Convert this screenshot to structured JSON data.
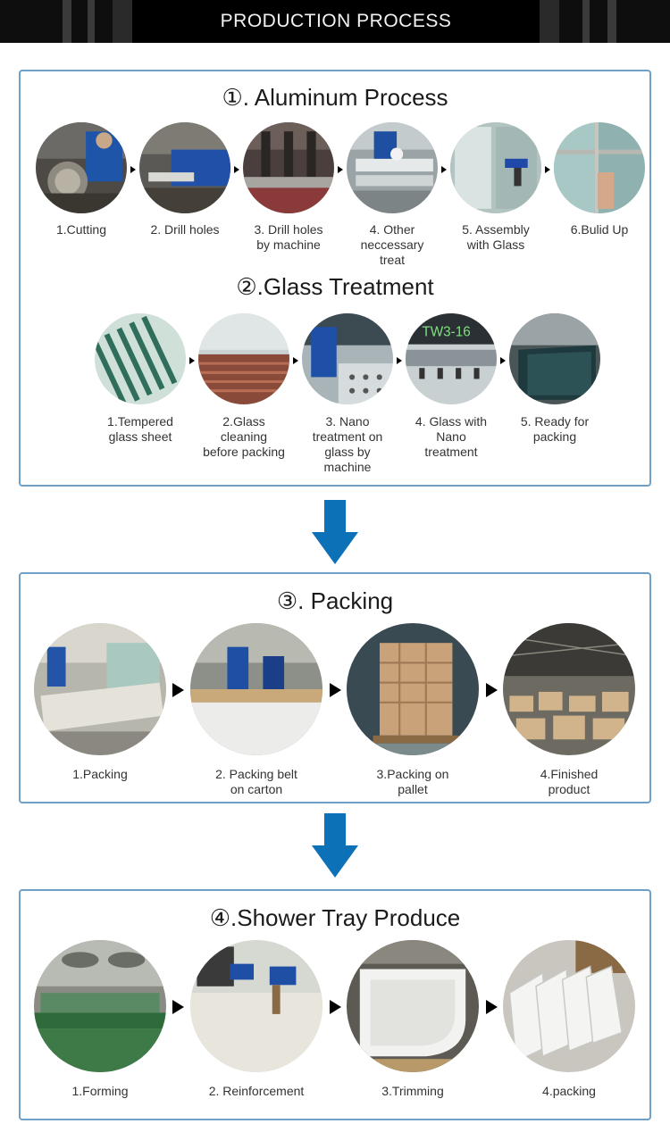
{
  "header": {
    "title": "PRODUCTION PROCESS"
  },
  "sections": {
    "aluminum": {
      "title": "①. Aluminum Process",
      "steps": [
        {
          "label": "1.Cutting",
          "icon": "cutting-photo"
        },
        {
          "label": "2. Drill holes",
          "icon": "drill-photo"
        },
        {
          "label": "3. Drill holes\nby machine",
          "icon": "machine-drill-photo"
        },
        {
          "label": "4. Other\nneccessary\ntreat",
          "icon": "treat-photo"
        },
        {
          "label": "5. Assembly\nwith Glass",
          "icon": "assembly-photo"
        },
        {
          "label": "6.Bulid Up",
          "icon": "build-up-photo"
        }
      ]
    },
    "glass": {
      "title": "②.Glass Treatment",
      "steps": [
        {
          "label": "1.Tempered\nglass sheet",
          "icon": "glass-sheet-photo"
        },
        {
          "label": "2.Glass\ncleaning\nbefore packing",
          "icon": "glass-cleaning-photo"
        },
        {
          "label": "3. Nano\ntreatment on\nglass by\nmachine",
          "icon": "nano-machine-photo"
        },
        {
          "label": "4. Glass with\nNano\ntreatment",
          "icon": "nano-glass-photo",
          "machine_text": "TW3-16"
        },
        {
          "label": "5. Ready for\npacking",
          "icon": "ready-packing-photo"
        }
      ]
    },
    "packing": {
      "title": "③. Packing",
      "steps": [
        {
          "label": "1.Packing",
          "icon": "packing-photo"
        },
        {
          "label": "2. Packing belt\non carton",
          "icon": "packing-belt-photo"
        },
        {
          "label": "3.Packing on\npallet",
          "icon": "pallet-photo"
        },
        {
          "label": "4.Finished\nproduct",
          "icon": "warehouse-photo"
        }
      ]
    },
    "tray": {
      "title": "④.Shower Tray Produce",
      "steps": [
        {
          "label": "1.Forming",
          "icon": "forming-photo"
        },
        {
          "label": "2. Reinforcement",
          "icon": "reinforcement-photo"
        },
        {
          "label": "3.Trimming",
          "icon": "trimming-photo"
        },
        {
          "label": "4.packing",
          "icon": "tray-packing-photo"
        }
      ]
    }
  },
  "colors": {
    "panel_border": "#6fa0c8",
    "arrow_blue": "#0d71b8",
    "banner_black": "#000000"
  }
}
